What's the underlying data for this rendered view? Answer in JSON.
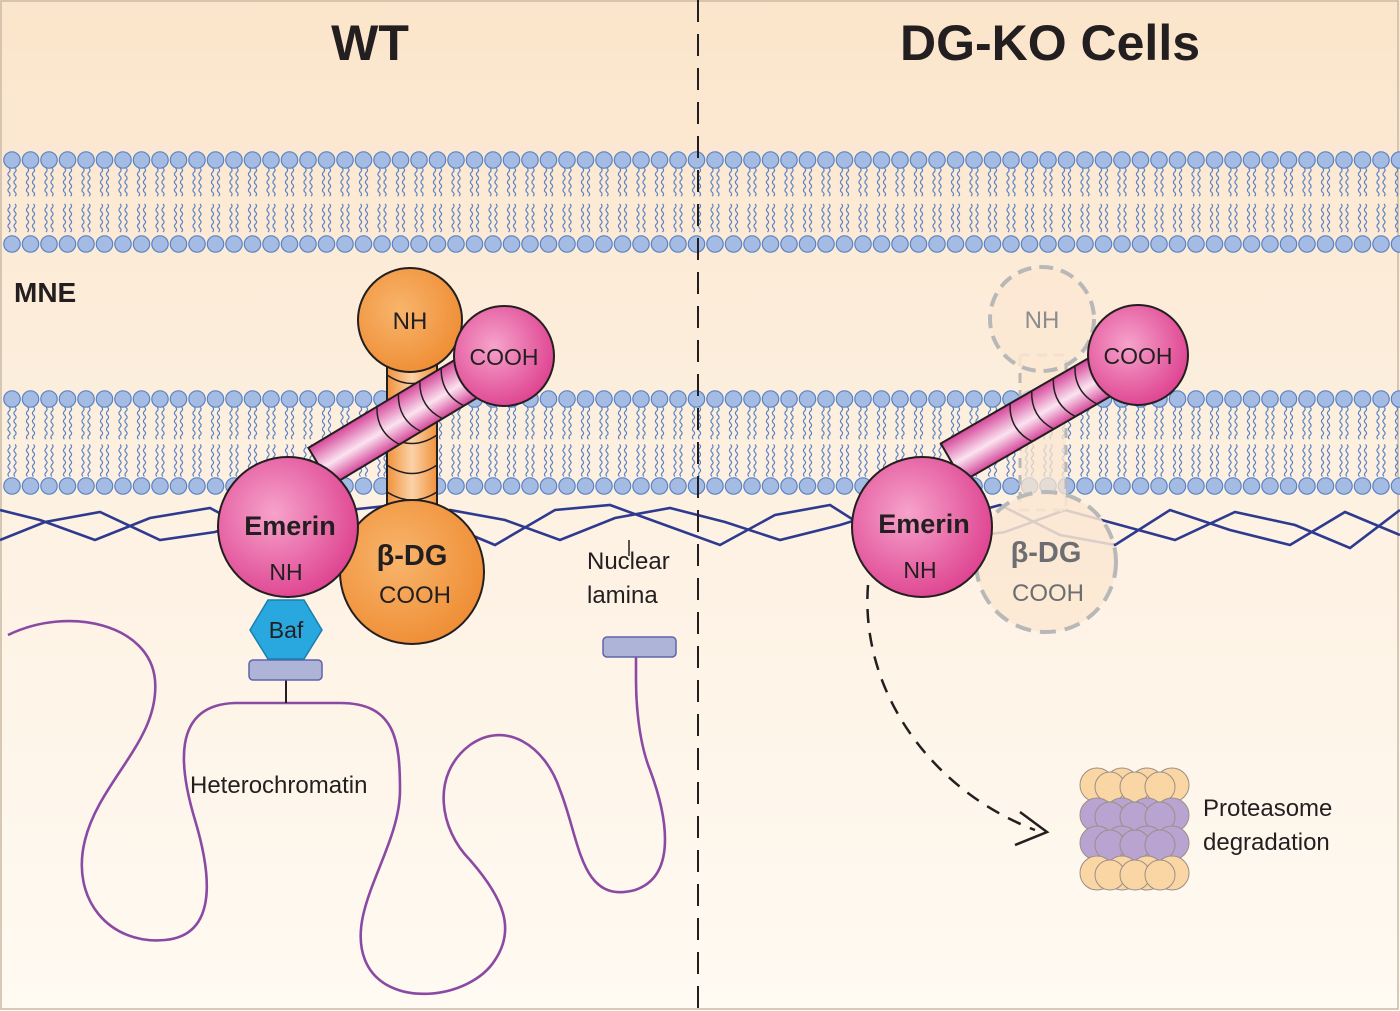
{
  "panels": {
    "wt": {
      "title": "WT"
    },
    "ko": {
      "title": "DG-KO Cells"
    }
  },
  "labels": {
    "mne": "MNE",
    "nuclear_lamina_line1": "Nuclear",
    "nuclear_lamina_line2": "lamina",
    "heterochromatin": "Heterochromatin",
    "baf": "Baf",
    "proteasome_line1": "Proteasome",
    "proteasome_line2": "degradation"
  },
  "wt_complex": {
    "dg_nh": "NH",
    "emerin_cooh": "COOH",
    "emerin_name": "Emerin",
    "emerin_nh": "NH",
    "dg_name": "β-DG",
    "dg_cooh": "COOH"
  },
  "ko_complex": {
    "dg_nh": "NH",
    "emerin_cooh": "COOH",
    "emerin_name": "Emerin",
    "emerin_nh": "NH",
    "dg_name": "β-DG",
    "dg_cooh": "COOH"
  },
  "colors": {
    "background_top": "#fbe5cb",
    "background_bottom": "#fffaf2",
    "lipid_head": "#a4bce3",
    "lipid_outline": "#5b82c4",
    "lamina": "#2e3a8f",
    "emerin": "#e0408f",
    "beta_dg": "#f0923b",
    "baf": "#29a7df",
    "chromatin": "#8a4aa3",
    "proteasome_outer": "#fad6a5",
    "proteasome_inner": "#b9a3d1"
  }
}
